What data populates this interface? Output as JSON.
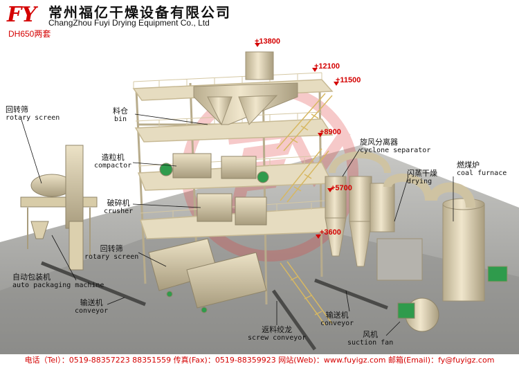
{
  "header": {
    "logo_text": "FY",
    "company_cn": "常州福亿干燥设备有限公司",
    "company_en": "ChangZhou Fuyi Drying Equipment Co., Ltd",
    "model": "DH650两套"
  },
  "elevations": [
    "+13800",
    "+12100",
    "+11500",
    "+8900",
    "+5700",
    "+3600"
  ],
  "labels": {
    "rotary_screen_top": {
      "cn": "回转筛",
      "en": "rotary screen"
    },
    "bin": {
      "cn": "料仓",
      "en": "bin"
    },
    "compactor": {
      "cn": "造粒机",
      "en": "compactor"
    },
    "crusher": {
      "cn": "破碎机",
      "en": "crusher"
    },
    "rotary_screen_mid": {
      "cn": "回转筛",
      "en": "rotary screen"
    },
    "auto_packaging": {
      "cn": "自动包装机",
      "en": "auto packaging machine"
    },
    "conveyor_left": {
      "cn": "输送机",
      "en": "conveyor"
    },
    "screw_conveyor": {
      "cn": "返料绞龙",
      "en": "screw conveyor"
    },
    "conveyor_right": {
      "cn": "输送机",
      "en": "conveyor"
    },
    "cyclone": {
      "cn": "旋风分离器",
      "en": "cyclone separator"
    },
    "drying": {
      "cn": "闪蒸干燥",
      "en": "drying"
    },
    "coal_furnace": {
      "cn": "燃煤炉",
      "en": "coal furnace"
    },
    "suction_fan": {
      "cn": "风机",
      "en": "suction fan"
    }
  },
  "footer": "电话（Tel）：0519-88357223 88351559 传真(Fax)：0519-88359923 网站(Web)：www.fuyigz.com  邮箱(Email)：fy@fuyigz.com",
  "colors": {
    "accent": "#d40000",
    "machine": "#e2d6b6",
    "frame": "#cfc3a2",
    "ground": "#9a9a98"
  }
}
